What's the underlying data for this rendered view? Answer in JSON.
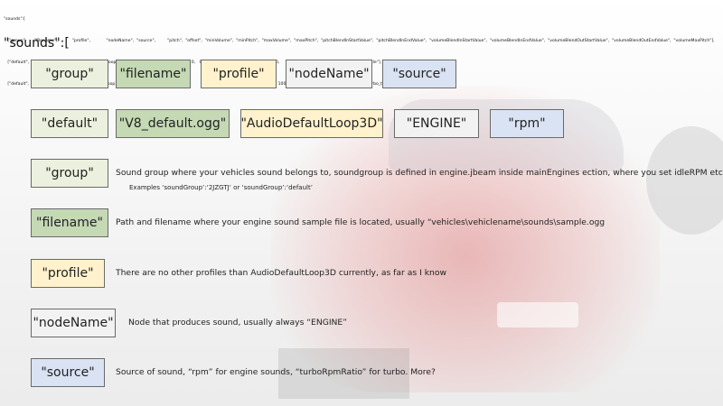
{
  "top_code": [
    "\"sounds\":[",
    "   [\"group\",      \"filename\",           \"profile\",            \"nodeName\",  \"source\",         \"pitch\",  \"offset\",  \"minVolume\",  \"minPitch\",  \"maxVolume\",  \"maxPitch\",  \"pitchBlendInStartValue\",  \"pitchBlendInEndValue\",  \"volumeBlendInStartValue\",  \"volumeBlendInEndValue\",  \"volumeBlendOutStartValue\",  \"volumeBlendOutEndValue\",  \"volumeMaxPitch\"],",
    "   [\"default\",    \"V8_default.ogg\",     \"AudioDefaultLoop3D\",  \"ENGINE\",    \"rpm\",            1,   0,   0,   0,   1,   2,   200,      \"MAXRPM\",   0,      200,      333333,     33      [\"engine_throttle\"],   ||     ],",
    "   [\"default\",    \"turbo_03.ogg\",       \"AudioDefaultLoop3D\",  \"ENGINE\",    \"turboRpmRatio\",                 2,   0,   0,   0,   2,        1,   0,      1000,     0,       200,      333333,     33      [\"turbo_throttle\"],    ||     ],"
  ],
  "sounds_title": "\"sounds\":[",
  "header_row": {
    "group": "\"group\"",
    "filename": "\"filename\"",
    "profile": "\"profile\"",
    "nodeName": "\"nodeName\"",
    "source": "\"source\""
  },
  "value_row": {
    "group": "\"default\"",
    "filename": "\"V8_default.ogg\"",
    "profile": "\"AudioDefaultLoop3D\"",
    "nodeName": "\"ENGINE\"",
    "source": "\"rpm\""
  },
  "descriptions": {
    "group": {
      "label": "\"group\"",
      "text": "Sound group where your vehicles sound belongs to, soundgroup is defined in engine.jbeam inside mainEngines ection, where you set idleRPM etc",
      "example": "Examples ‘soundGroup’:‘2JZGTJ’ or ‘soundGroup’:‘default’"
    },
    "filename": {
      "label": "\"filename\"",
      "text": "Path and filename where your engine sound sample file is located, usually “vehicles\\vehiclename\\sounds\\sample.ogg"
    },
    "profile": {
      "label": "\"profile\"",
      "text": "There are no other profiles than AudioDefaultLoop3D currently, as far as I know"
    },
    "nodeName": {
      "label": "\"nodeName\"",
      "text": "Node that produces sound, usually always “ENGINE”"
    },
    "source": {
      "label": "\"source\"",
      "text": "Source of sound, “rpm” for engine sounds, “turboRpmRatio” for turbo. More?"
    }
  }
}
